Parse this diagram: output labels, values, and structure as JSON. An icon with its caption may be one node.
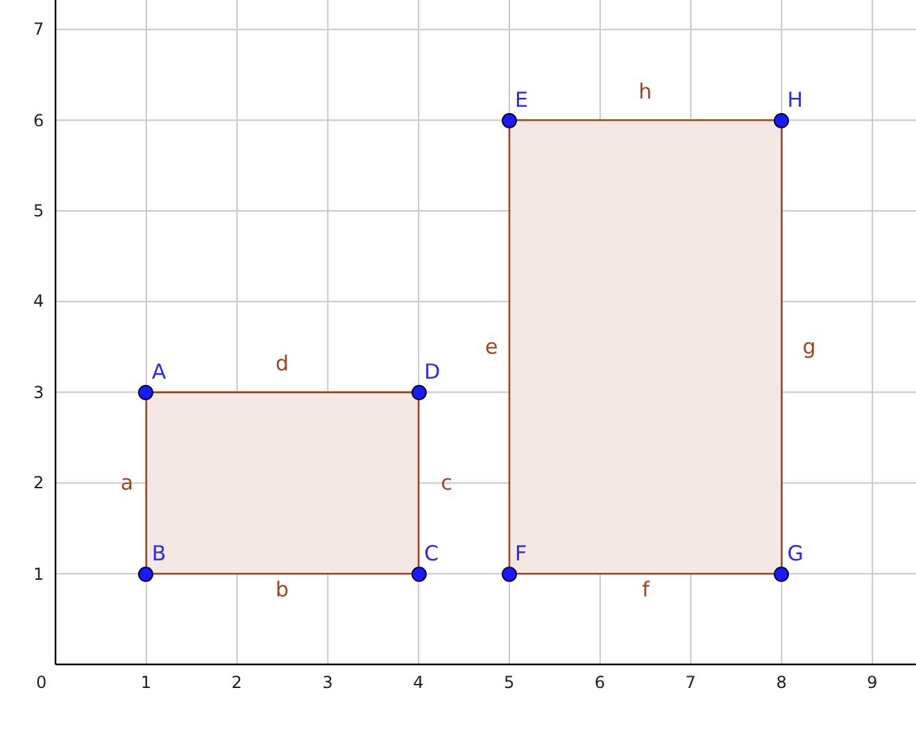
{
  "diagram": {
    "nodes": [
      {
        "text": [
          "A"
        ]
      },
      {
        "text": [
          "B"
        ]
      },
      {
        "text": [
          "C"
        ]
      },
      {
        "text": [
          "D"
        ]
      },
      {
        "text": [
          "E"
        ]
      },
      {
        "text": [
          "F"
        ]
      },
      {
        "text": [
          "G"
        ]
      },
      {
        "text": [
          "H"
        ]
      }
    ],
    "edges": [
      {
        "from": 0,
        "to": 1,
        "arrow": "none",
        "label": "a"
      },
      {
        "from": 1,
        "to": 2,
        "arrow": "none",
        "label": "b"
      },
      {
        "from": 2,
        "to": 3,
        "arrow": "none",
        "label": "c"
      },
      {
        "from": 3,
        "to": 0,
        "arrow": "none",
        "label": "d"
      },
      {
        "from": 4,
        "to": 5,
        "arrow": "none",
        "label": "e"
      },
      {
        "from": 5,
        "to": 6,
        "arrow": "none",
        "label": "f"
      },
      {
        "from": 6,
        "to": 7,
        "arrow": "none",
        "label": "g"
      },
      {
        "from": 7,
        "to": 4,
        "arrow": "none",
        "label": "h"
      }
    ],
    "labels": [
      "7",
      "6",
      "5",
      "4",
      "3",
      "2",
      "1",
      "0",
      "1",
      "2",
      "3",
      "4",
      "5",
      "6",
      "7",
      "8",
      "9"
    ]
  }
}
